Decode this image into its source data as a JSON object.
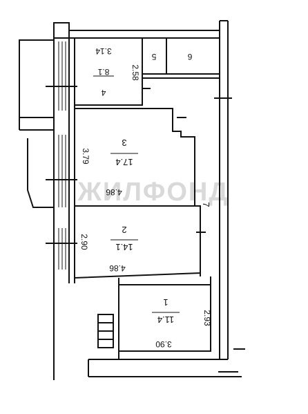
{
  "plan": {
    "watermark": "ЖИЛФОНД",
    "rooms": [
      {
        "number": "4",
        "area": "8.1",
        "dims": [
          "3.14",
          "2.58"
        ]
      },
      {
        "number": "5",
        "area": "",
        "dims": []
      },
      {
        "number": "6",
        "area": "",
        "dims": []
      },
      {
        "number": "3",
        "area": "17.4",
        "dims": [
          "3.79",
          "4.86"
        ]
      },
      {
        "number": "2",
        "area": "14.1",
        "dims": [
          "2.90",
          "4.86"
        ]
      },
      {
        "number": "1",
        "area": "11.4",
        "dims": [
          "2.93",
          "3.90"
        ]
      },
      {
        "number": "7",
        "area": "",
        "dims": []
      }
    ]
  },
  "colors": {
    "line": "#111111",
    "watermark": "#d5d5d5"
  }
}
